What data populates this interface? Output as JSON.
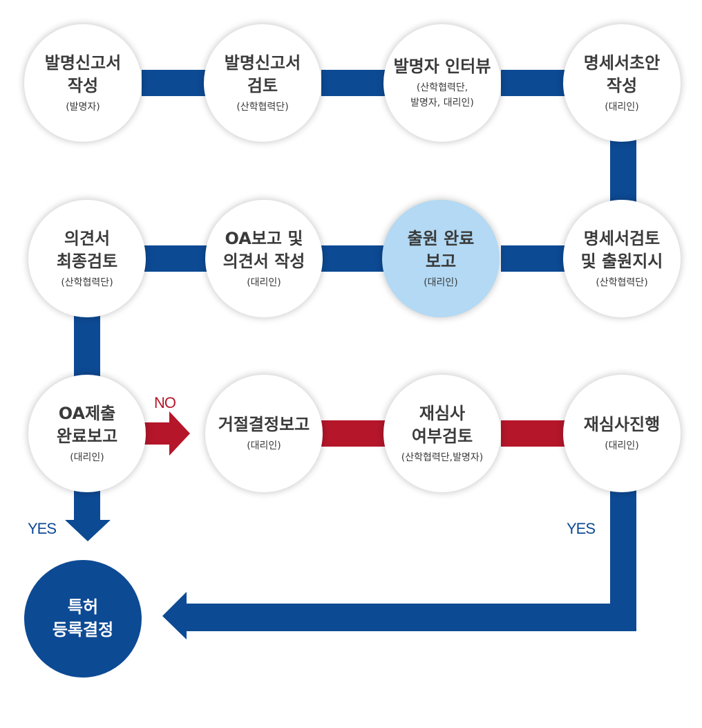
{
  "nodes": [
    {
      "id": "invention-report-write",
      "main": "발명신고서\n작성",
      "sub": "(발명자)"
    },
    {
      "id": "invention-report-review",
      "main": "발명신고서\n검토",
      "sub": "(산학협력단)"
    },
    {
      "id": "inventor-interview",
      "main": "발명자 인터뷰",
      "sub": "(산학협력단,\n발명자, 대리인)"
    },
    {
      "id": "spec-draft-write",
      "main": "명세서초안\n작성",
      "sub": "(대리인)"
    },
    {
      "id": "opinion-final-review",
      "main": "의견서\n최종검토",
      "sub": "(산학협력단)"
    },
    {
      "id": "oa-report-opinion-write",
      "main": "OA보고 및\n의견서 작성",
      "sub": "(대리인)"
    },
    {
      "id": "filing-complete-report",
      "main": "출원 완료\n보고",
      "sub": "(대리인)"
    },
    {
      "id": "spec-review-filing-order",
      "main": "명세서검토\n및 출원지시",
      "sub": "(산학협력단)"
    },
    {
      "id": "oa-submit-complete-report",
      "main": "OA제출\n완료보고",
      "sub": "(대리인)"
    },
    {
      "id": "rejection-decision-report",
      "main": "거절결정보고",
      "sub": "(대리인)"
    },
    {
      "id": "reexam-decision-review",
      "main": "재심사\n여부검토",
      "sub": "(산학협력단,발명자)"
    },
    {
      "id": "reexam-proceed",
      "main": "재심사진행",
      "sub": "(대리인)"
    },
    {
      "id": "patent-grant-decision",
      "main": "특허\n등록결정",
      "sub": ""
    }
  ],
  "labels": {
    "no": "NO",
    "yes_left": "YES",
    "yes_right": "YES"
  },
  "colors": {
    "flow_blue": "#0d4a94",
    "flow_red": "#b5162a",
    "highlight": "#b3d9f4",
    "text": "#3a3a3a"
  }
}
